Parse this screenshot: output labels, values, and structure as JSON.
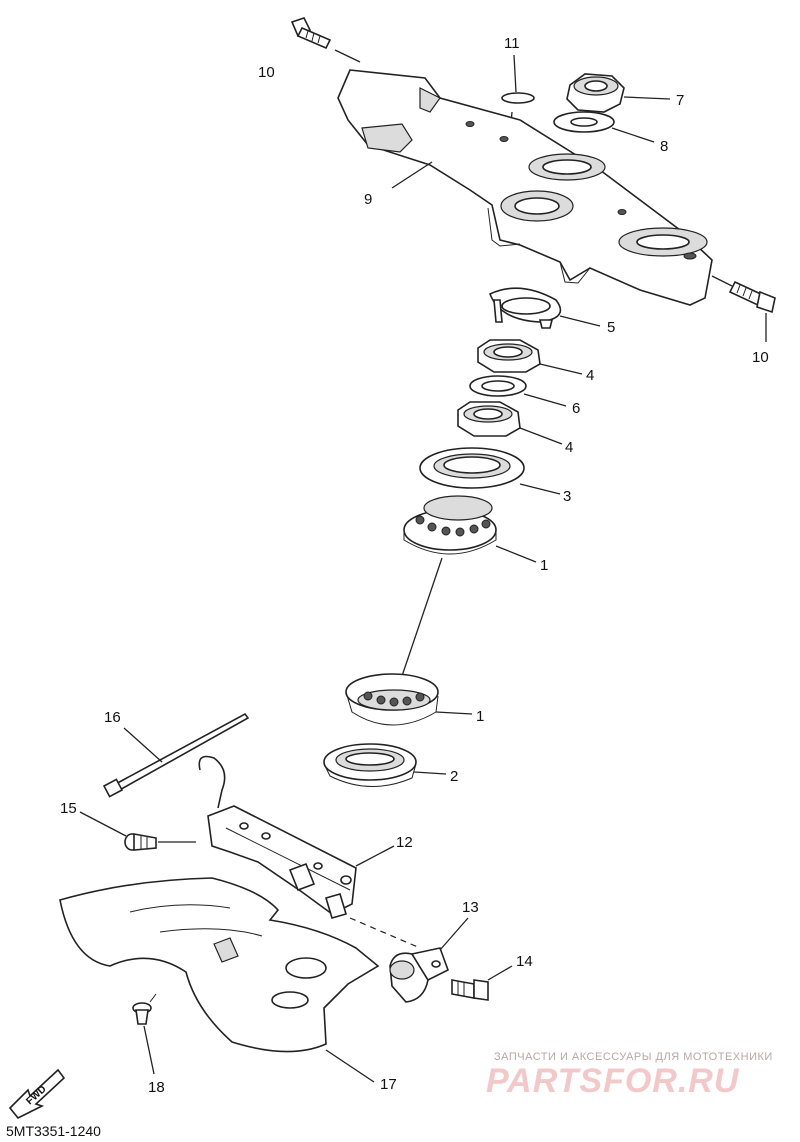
{
  "diagram": {
    "callouts": [
      {
        "label": "10"
      },
      {
        "label": "11"
      },
      {
        "label": "7"
      },
      {
        "label": "8"
      },
      {
        "label": "9"
      },
      {
        "label": "10"
      },
      {
        "label": "5"
      },
      {
        "label": "4"
      },
      {
        "label": "6"
      },
      {
        "label": "4"
      },
      {
        "label": "3"
      },
      {
        "label": "1"
      },
      {
        "label": "1"
      },
      {
        "label": "2"
      },
      {
        "label": "16"
      },
      {
        "label": "15"
      },
      {
        "label": "12"
      },
      {
        "label": "13"
      },
      {
        "label": "14"
      },
      {
        "label": "18"
      },
      {
        "label": "17"
      }
    ],
    "fwd_label": "FWD",
    "diagram_code": "5MT3351-1240"
  },
  "watermark": {
    "tagline": "ЗАПЧАСТИ И АКСЕССУАРЫ ДЛЯ МОТОТЕХНИКИ",
    "logo": "PARTSFOR.RU",
    "color": "#e8a0a0"
  }
}
